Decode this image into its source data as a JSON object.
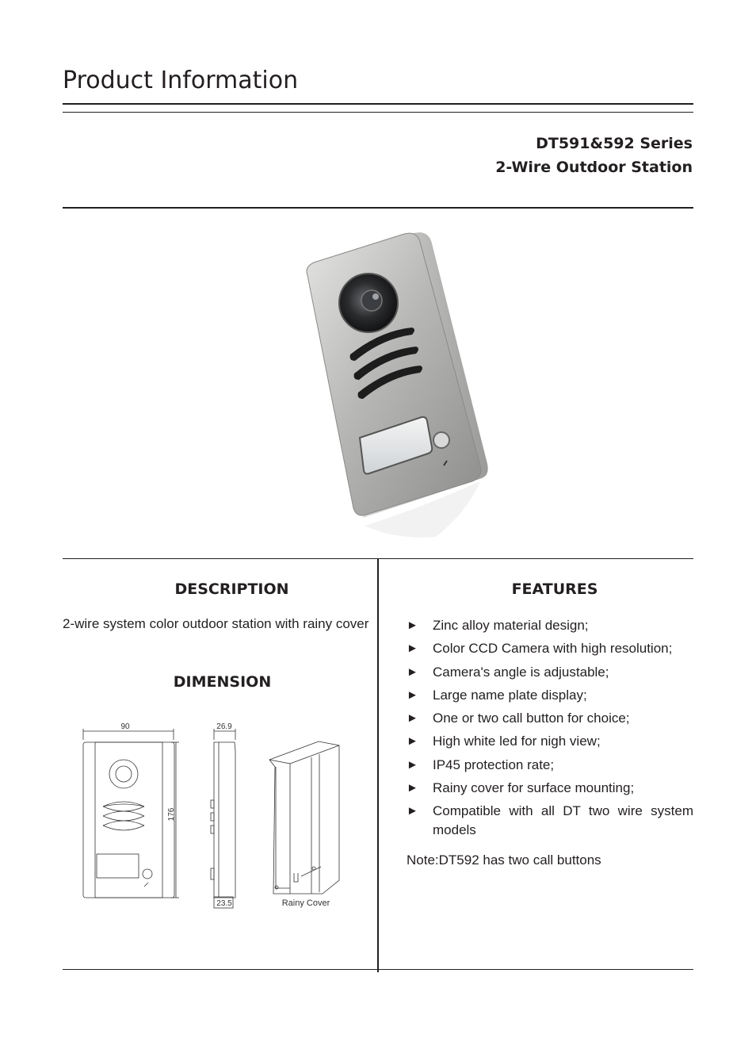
{
  "page": {
    "title": "Product Information"
  },
  "product": {
    "series": "DT591&592 Series",
    "name": "2-Wire Outdoor Station"
  },
  "description": {
    "heading": "DESCRIPTION",
    "text": "2-wire system color outdoor station with rainy cover"
  },
  "dimension": {
    "heading": "DIMENSION",
    "width_label": "90",
    "height_label": "176",
    "depth_top_label": "26.9",
    "depth_bottom_label": "23.5",
    "rainy_cover_label": "Rainy Cover"
  },
  "features": {
    "heading": "FEATURES",
    "bullet": "►",
    "items": [
      "Zinc alloy material design;",
      "Color CCD Camera with high resolution;",
      "Camera's angle is adjustable;",
      "Large name plate display;",
      "One or two call button for choice;",
      "High white led for nigh view;",
      "IP45 protection rate;",
      "Rainy cover for surface mounting;",
      "Compatible with all DT two wire system models"
    ],
    "note": "Note:DT592 has two call buttons"
  }
}
